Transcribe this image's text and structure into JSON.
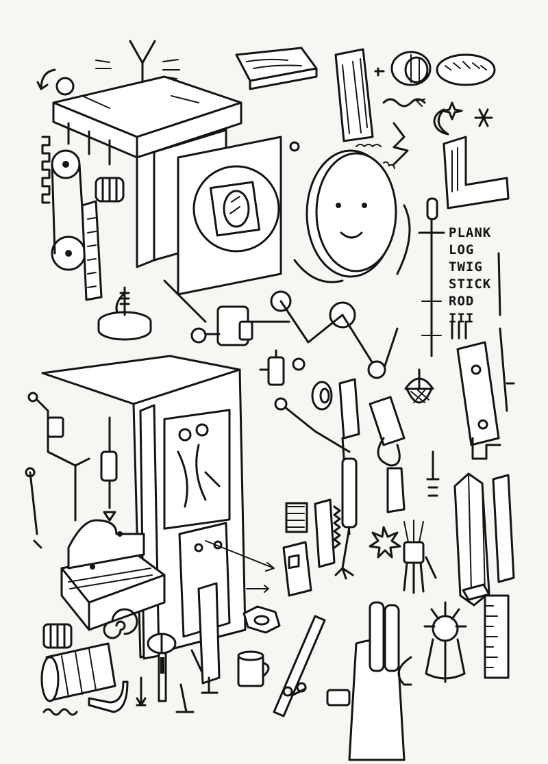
{
  "illustration": {
    "ink_color": "#141414",
    "paper_color": "#f7f6f2",
    "labels": [
      "PLANK",
      "LOG",
      "TWIG",
      "STICK",
      "ROD"
    ],
    "tally": "III"
  }
}
